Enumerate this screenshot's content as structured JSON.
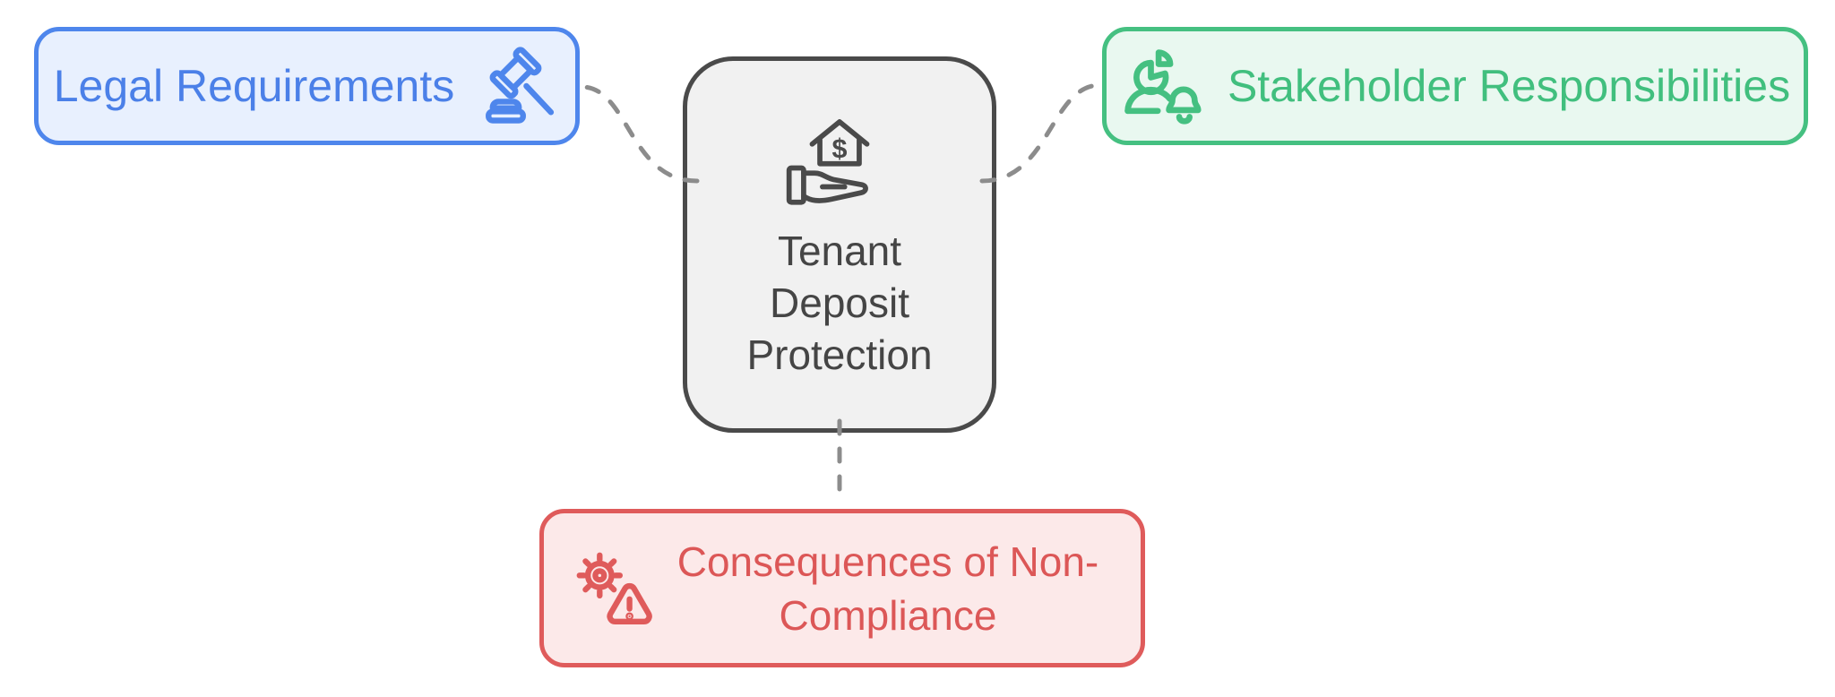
{
  "page": {
    "background_color": "#FFFFFF",
    "type": "mindmap-diagram"
  },
  "diagram": {
    "center_node": {
      "label": "Tenant Deposit Protection",
      "icon": "house-dollar-hand-icon",
      "currency_symbol": "$",
      "colors": {
        "border": "#4A4A4A",
        "fill": "#F1F1F1",
        "text": "#454545"
      }
    },
    "branches": [
      {
        "label": "Legal Requirements",
        "icon": "gavel-icon",
        "position": "top-left",
        "colors": {
          "border": "#4E86EC",
          "fill": "#E8F0FE",
          "text": "#4B80E8"
        }
      },
      {
        "label": "Stakeholder Responsibilities",
        "icon": "pie-chart-person-bell-icon",
        "position": "top-right",
        "colors": {
          "border": "#45C081",
          "fill": "#E9F8F0",
          "text": "#41BF7E"
        }
      },
      {
        "label": "Consequences of Non-Compliance",
        "icon": "gear-warning-icon",
        "position": "bottom",
        "colors": {
          "border": "#DF5B5B",
          "fill": "#FCE9E9",
          "text": "#DC5757"
        }
      }
    ],
    "connectors": {
      "color": "#8C8C8C",
      "style": "dashed",
      "count": 3
    }
  }
}
